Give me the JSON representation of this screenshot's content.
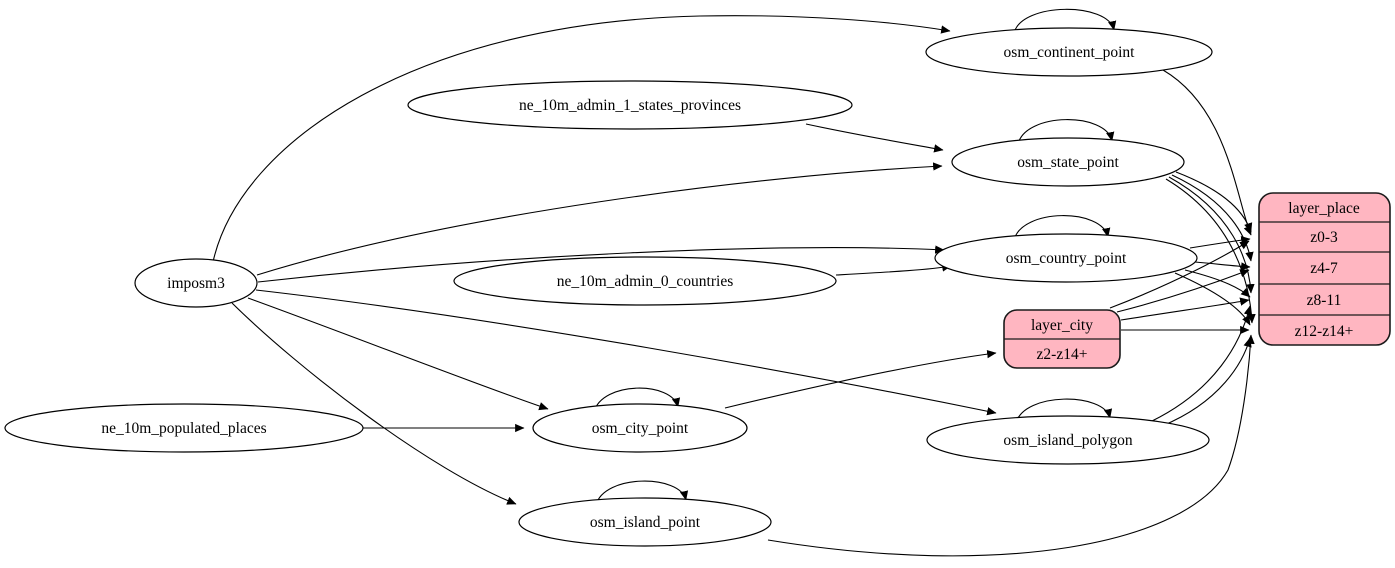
{
  "diagram": {
    "kind": "etl-graph",
    "background_color": "#ffffff",
    "table_fill_color": "#ffffff",
    "layer_fill_color": "#ffb6c1",
    "edge_color": "#000000",
    "tables": {
      "imposm3": {
        "label": "imposm3"
      },
      "ne_10m_admin_1_states_provinces": {
        "label": "ne_10m_admin_1_states_provinces"
      },
      "ne_10m_admin_0_countries": {
        "label": "ne_10m_admin_0_countries"
      },
      "ne_10m_populated_places": {
        "label": "ne_10m_populated_places"
      },
      "osm_continent_point": {
        "label": "osm_continent_point"
      },
      "osm_state_point": {
        "label": "osm_state_point"
      },
      "osm_country_point": {
        "label": "osm_country_point"
      },
      "osm_city_point": {
        "label": "osm_city_point"
      },
      "osm_island_polygon": {
        "label": "osm_island_polygon"
      },
      "osm_island_point": {
        "label": "osm_island_point"
      }
    },
    "layers": {
      "layer_city": {
        "title": "layer_city",
        "rows": [
          "z2-z14+"
        ]
      },
      "layer_place": {
        "title": "layer_place",
        "rows": [
          "z0-3",
          "z4-7",
          "z8-11",
          "z12-z14+"
        ]
      }
    },
    "edges": [
      {
        "from": "imposm3",
        "to": "osm_continent_point"
      },
      {
        "from": "imposm3",
        "to": "osm_state_point"
      },
      {
        "from": "imposm3",
        "to": "osm_country_point"
      },
      {
        "from": "imposm3",
        "to": "osm_city_point"
      },
      {
        "from": "imposm3",
        "to": "osm_island_polygon"
      },
      {
        "from": "imposm3",
        "to": "osm_island_point"
      },
      {
        "from": "ne_10m_admin_1_states_provinces",
        "to": "osm_state_point"
      },
      {
        "from": "ne_10m_admin_0_countries",
        "to": "osm_country_point"
      },
      {
        "from": "ne_10m_populated_places",
        "to": "osm_city_point"
      },
      {
        "from": "osm_continent_point",
        "to": "osm_continent_point"
      },
      {
        "from": "osm_state_point",
        "to": "osm_state_point"
      },
      {
        "from": "osm_country_point",
        "to": "osm_country_point"
      },
      {
        "from": "osm_city_point",
        "to": "osm_city_point"
      },
      {
        "from": "osm_island_polygon",
        "to": "osm_island_polygon"
      },
      {
        "from": "osm_island_point",
        "to": "osm_island_point"
      },
      {
        "from": "osm_city_point",
        "to": "layer_city",
        "port": "z2-z14+"
      },
      {
        "from": "osm_continent_point",
        "to": "layer_place",
        "port": "z0-3"
      },
      {
        "from": "osm_country_point",
        "to": "layer_place",
        "port": "z0-3"
      },
      {
        "from": "osm_country_point",
        "to": "layer_place",
        "port": "z4-7"
      },
      {
        "from": "osm_country_point",
        "to": "layer_place",
        "port": "z8-11"
      },
      {
        "from": "osm_country_point",
        "to": "layer_place",
        "port": "z12-z14+"
      },
      {
        "from": "osm_state_point",
        "to": "layer_place",
        "port": "z0-3"
      },
      {
        "from": "osm_state_point",
        "to": "layer_place",
        "port": "z4-7"
      },
      {
        "from": "osm_state_point",
        "to": "layer_place",
        "port": "z8-11"
      },
      {
        "from": "osm_state_point",
        "to": "layer_place",
        "port": "z12-z14+"
      },
      {
        "from": "osm_island_polygon",
        "to": "layer_place",
        "port": "z8-11"
      },
      {
        "from": "osm_island_polygon",
        "to": "layer_place",
        "port": "z12-z14+"
      },
      {
        "from": "osm_island_point",
        "to": "layer_place",
        "port": "z12-z14+"
      },
      {
        "from": "layer_city",
        "to": "layer_place",
        "port": "z0-3"
      },
      {
        "from": "layer_city",
        "to": "layer_place",
        "port": "z4-7"
      },
      {
        "from": "layer_city",
        "to": "layer_place",
        "port": "z8-11"
      },
      {
        "from": "layer_city",
        "to": "layer_place",
        "port": "z12-z14+"
      }
    ]
  }
}
